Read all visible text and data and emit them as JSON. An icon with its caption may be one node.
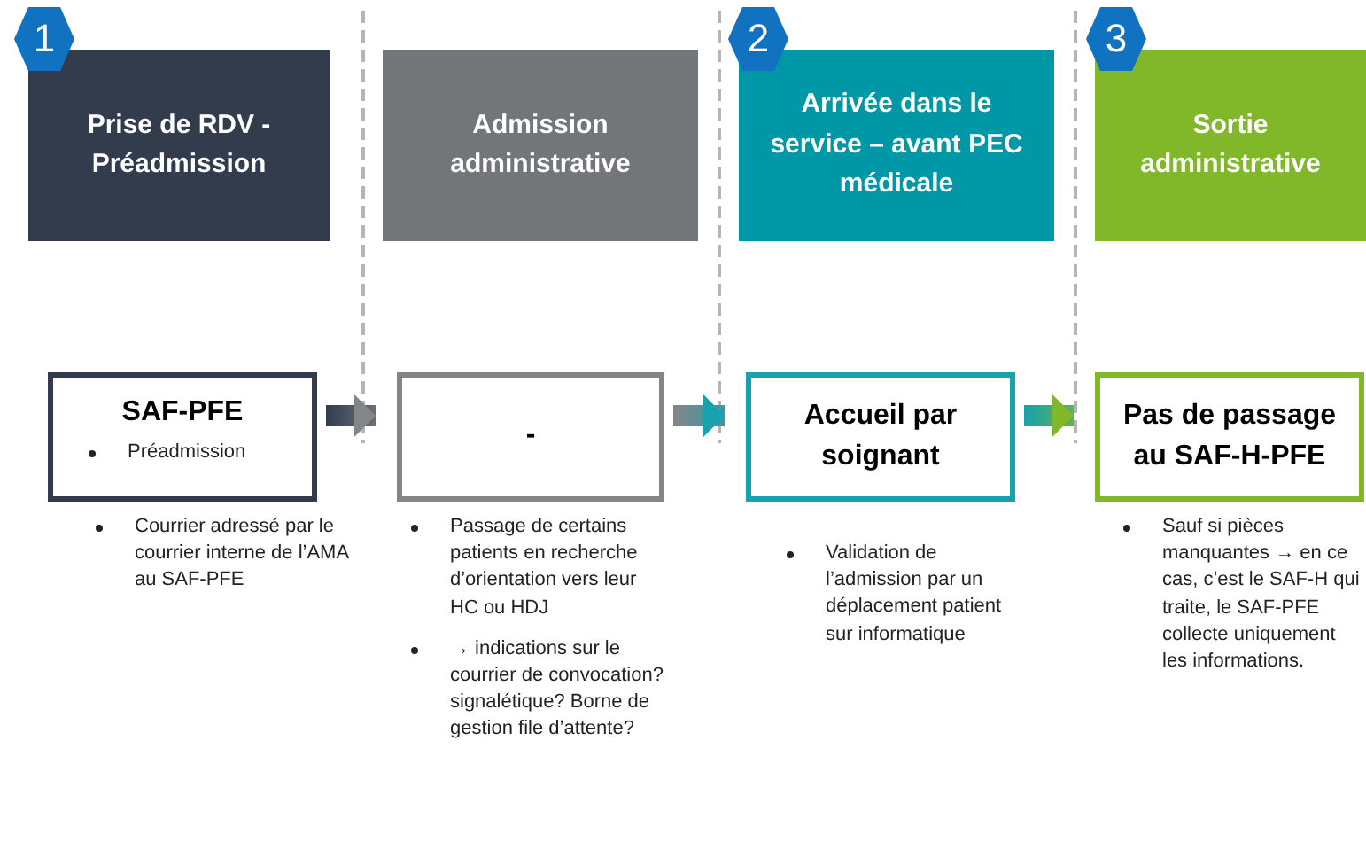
{
  "diagram": {
    "nodes": [
      {
        "text": [
          "1"
        ]
      },
      {
        "text": [
          "Prise de RDV - Préadmission"
        ]
      },
      {
        "text": [
          "Admission administrative"
        ]
      },
      {
        "text": [
          "2"
        ]
      },
      {
        "text": [
          "Arrivée dans le service – avant PEC médicale"
        ]
      },
      {
        "text": [
          "3"
        ]
      },
      {
        "text": [
          "Sortie administrative"
        ]
      },
      {
        "text": [
          "SAF-PFE",
          "Préadmission"
        ],
        "beside": [
          "Courrier adressé par le courrier interne de l’AMA au SAF-PFE"
        ]
      },
      {
        "text": [
          "-"
        ],
        "beside": [
          "Passage de certains patients en recherche d’orientation vers leur HC ou HDJ",
          "→ indications sur le courrier de convocation? signalétique? Borne de gestion file d’attente?"
        ]
      },
      {
        "text": [
          "Accueil par soignant"
        ],
        "beside": [
          "Validation de l’admission par un déplacement patient sur informatique"
        ]
      },
      {
        "text": [
          "Pas de passage au SAF-H-PFE"
        ],
        "beside": [
          "Sauf si pièces manquantes → en ce cas, c’est le SAF-H qui traite, le SAF-PFE collecte uniquement les informations."
        ]
      }
    ],
    "edges": [
      {
        "from": 7,
        "to": 8,
        "arrow": "to",
        "style": "thick"
      },
      {
        "from": 8,
        "to": 9,
        "arrow": "to",
        "style": "thick"
      },
      {
        "from": 9,
        "to": 10,
        "arrow": "to",
        "style": "thick"
      }
    ]
  }
}
